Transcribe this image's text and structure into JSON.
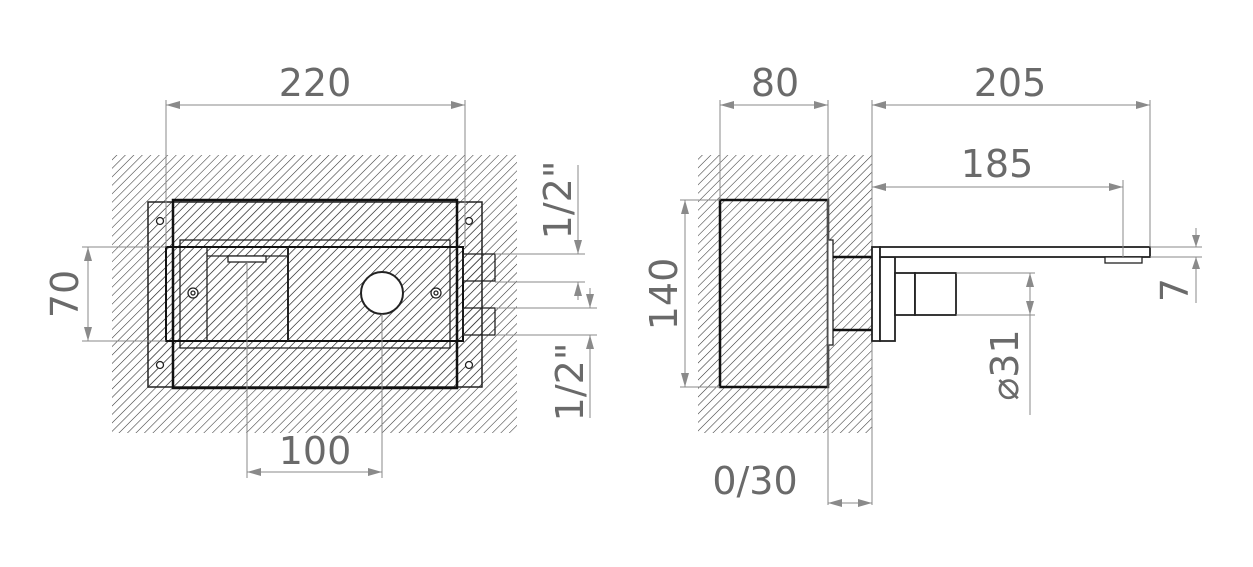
{
  "front_view": {
    "width_label": "220",
    "height_label": "70",
    "spacing_label": "100",
    "inlet_top_label": "1/2\"",
    "inlet_bottom_label": "1/2\""
  },
  "side_view": {
    "depth_label": "80",
    "spout_total_label": "205",
    "spout_reach_label": "185",
    "box_height_label": "140",
    "spout_thickness_label": "7",
    "handle_diameter_label": "⌀31",
    "wall_offset_label": "0/30"
  },
  "colors": {
    "lines": "#111111",
    "dimensions": "#8a8a8a",
    "text": "#6a6a6a"
  }
}
